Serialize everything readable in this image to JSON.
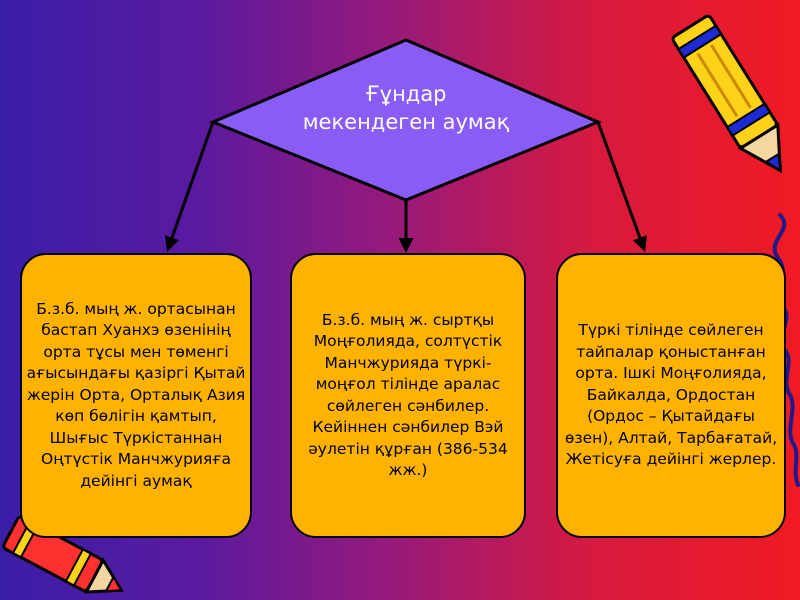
{
  "diagram": {
    "center_label": "Ғұндар мекендеген аумақ",
    "boxes": [
      {
        "text": "Б.з.б. мың ж. ортасынан бастап Хуанхэ өзенінің орта тұсы мен төменгі ағысындағы қазіргі Қытай жерін Орта, Орталық Азия көп бөлігін қамтып, Шығыс Түркістаннан Оңтүстік Манчжурияға дейінгі аумақ"
      },
      {
        "text": "Б.з.б. мың ж. сыртқы Моңғолияда, солтүстік Манчжурияда түркі-моңғол тілінде аралас сөйлеген сәнбилер. Кейіннен сәнбилер Вэй әулетін құрған (386-534 жж.)"
      },
      {
        "text": "Түркі тілінде сөйлеген тайпалар қоныстанған орта. Ішкі Моңғолияда, Байкалда, Ордостан (Ордос – Қытайдағы өзен), Алтай, Тарбағатай, Жетісуға дейінгі жерлер."
      }
    ]
  },
  "colors": {
    "diamond_fill": "#8a5cf6",
    "box_fill": "#ffb300",
    "background_left": "#3a1ea8",
    "background_right": "#f01a22"
  }
}
